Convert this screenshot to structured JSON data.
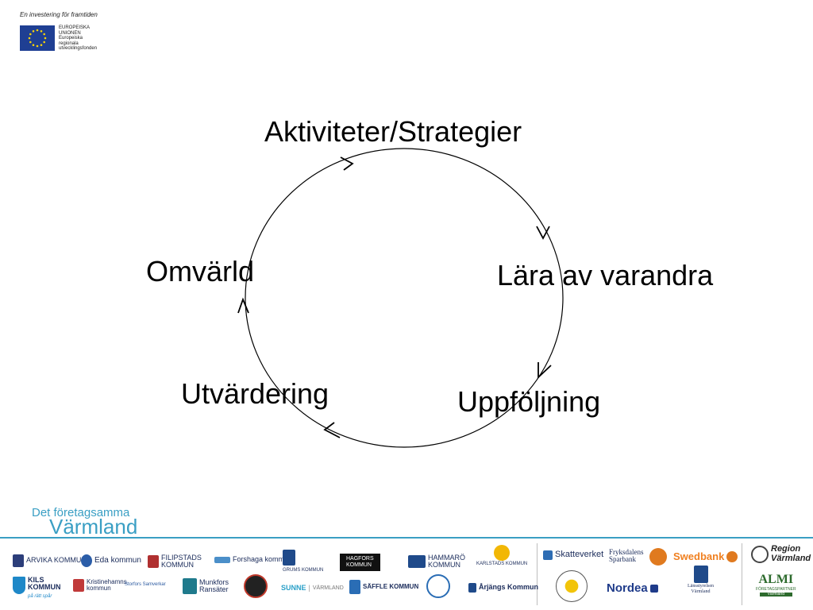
{
  "header": {
    "tagline": "En investering för framtiden",
    "eu_lines": [
      "EUROPEISKA",
      "UNIONEN",
      "Europeiska",
      "regionala",
      "utvecklingsfonden"
    ]
  },
  "cycle": {
    "top": "Aktiviteter/Strategier",
    "right": "Lära av varandra",
    "bottom_right": "Uppföljning",
    "bottom_left": "Utvärdering",
    "left": "Omvärld"
  },
  "footer": {
    "brand_line1": "Det företagsamma",
    "brand_line2": "Värmland",
    "logos": {
      "arvika": "ARVIKA KOMMUN",
      "eda": "Eda kommun",
      "filipstad_1": "FILIPSTADS",
      "filipstad_2": "KOMMUN",
      "forshaga": "Forshaga kommun",
      "grums": "GRUMS KOMMUN",
      "hagfors_1": "HAGFORS",
      "hagfors_2": "KOMMUN",
      "hammaro_1": "HAMMARÖ",
      "hammaro_2": "KOMMUN",
      "karlstad": "KARLSTADS KOMMUN",
      "skatteverket": "Skatteverket",
      "fryksdalens_1": "Fryksdalens",
      "fryksdalens_2": "Sparbank",
      "swedbank": "Swedbank",
      "region_1": "Region",
      "region_2": "Värmland",
      "kil_1": "KILS",
      "kil_2": "KOMMUN",
      "kil_slogan": "på rätt spår",
      "kristinehamn_1": "Kristinehamns",
      "kristinehamn_2": "kommun",
      "samverkan": "Storfors Samverkar",
      "munkfors_1": "Munkfors",
      "munkfors_2": "Ransäter",
      "sunne": "SUNNE",
      "varmland": "VÄRMLAND",
      "saffle": "SÄFFLE KOMMUN",
      "arjang": "Årjängs Kommun",
      "nordea": "Nordea",
      "lansstyrelsen_1": "Länsstyrelsen",
      "lansstyrelsen_2": "Värmland",
      "almi_1": "ALMI",
      "almi_2": "FÖRETAGSPARTNER",
      "almi_3": "Värmland"
    }
  }
}
